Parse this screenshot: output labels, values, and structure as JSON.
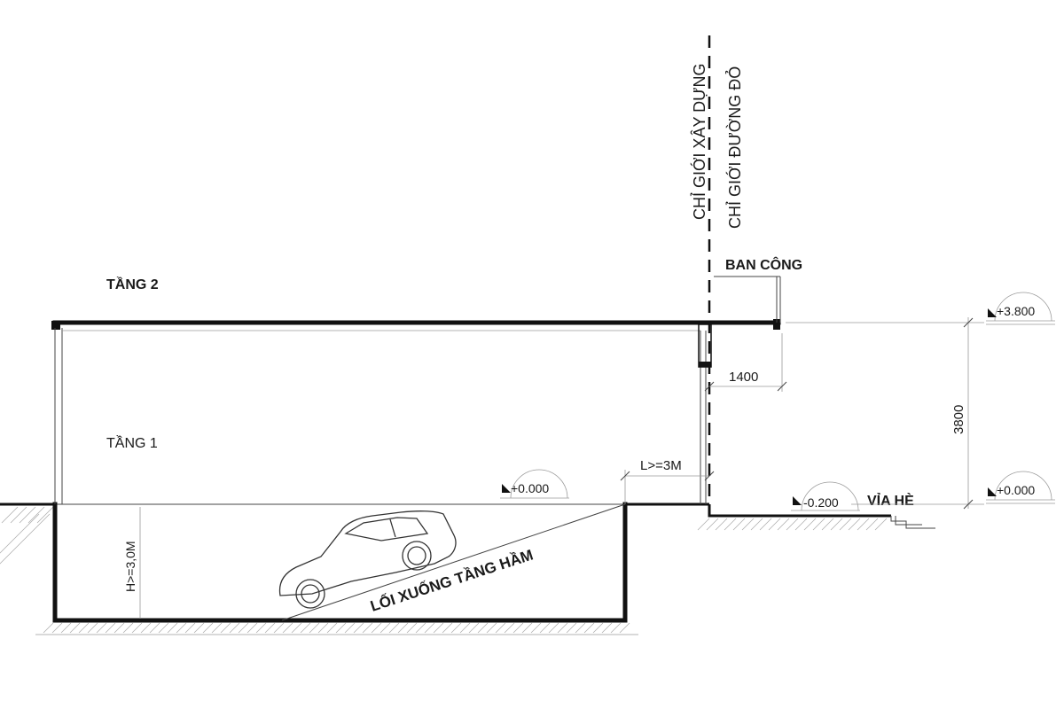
{
  "labels": {
    "tang2": "TẦNG 2",
    "tang1": "TẦNG 1",
    "ban_cong": "BAN CÔNG",
    "via_he": "VỈA HÈ",
    "chi_gioi_xay_dung": "CHỈ GIỚI XÂY DỰNG",
    "chi_gioi_duong_do": "CHỈ GIỚI ĐƯỜNG ĐỎ",
    "loi_xuong": "LỐI XUỐNG TẦNG HẦM",
    "h_min": "H>=3,0M",
    "l_min": "L>=3M"
  },
  "dimensions": {
    "balcony_width": "1400",
    "floor_height": "3800"
  },
  "levels": {
    "top_right": "+3.800",
    "zero_right": "+0.000",
    "zero_interior": "+0.000",
    "sidewalk": "-0.200"
  }
}
